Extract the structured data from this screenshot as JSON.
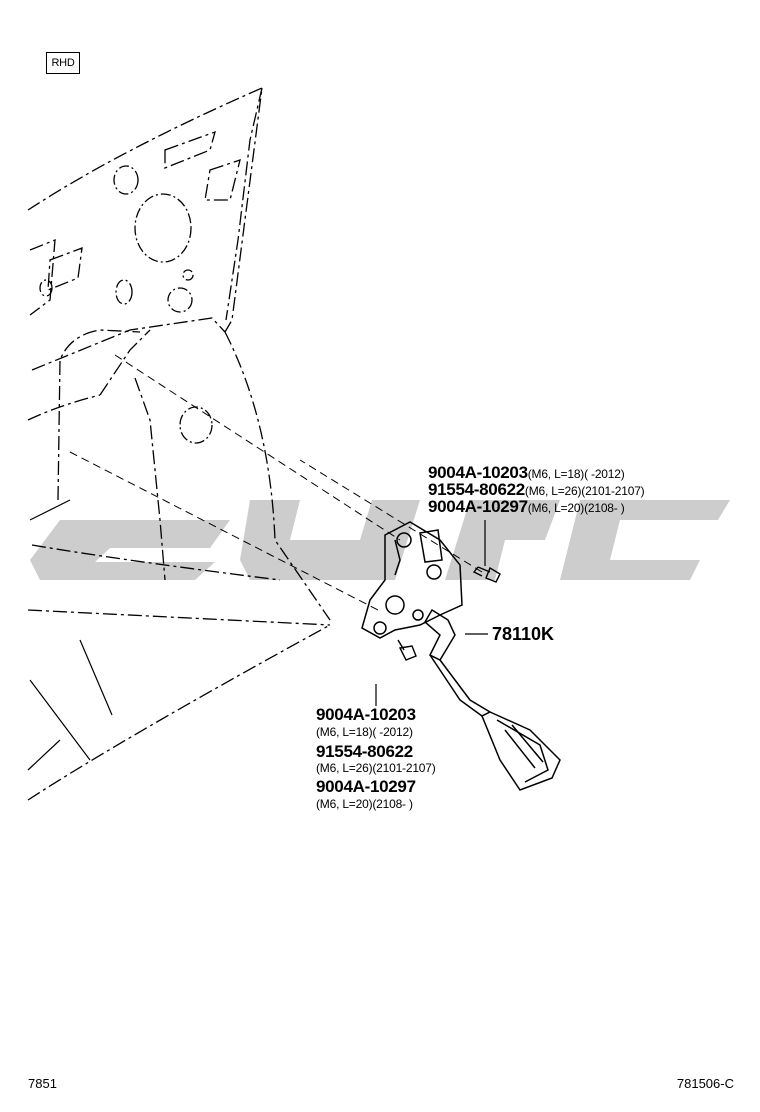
{
  "badge": "RHD",
  "callouts_right": [
    {
      "part": "9004A-10203",
      "spec": "(M6, L=18)(        -2012)"
    },
    {
      "part": "91554-80622",
      "spec": "(M6, L=26)(2101-2107)"
    },
    {
      "part": "9004A-10297",
      "spec": "(M6, L=20)(2108-       )"
    }
  ],
  "main_part": "78110K",
  "callouts_bottom": [
    {
      "part": "9004A-10203",
      "spec": "(M6, L=18)(        -2012)"
    },
    {
      "part": "91554-80622",
      "spec": "(M6, L=26)(2101-2107)"
    },
    {
      "part": "9004A-10297",
      "spec": "(M6, L=20)(2108-       )"
    }
  ],
  "footer": {
    "left": "7851",
    "right": "781506-C"
  },
  "colors": {
    "line": "#000000",
    "watermark": "#c8c8c8"
  }
}
